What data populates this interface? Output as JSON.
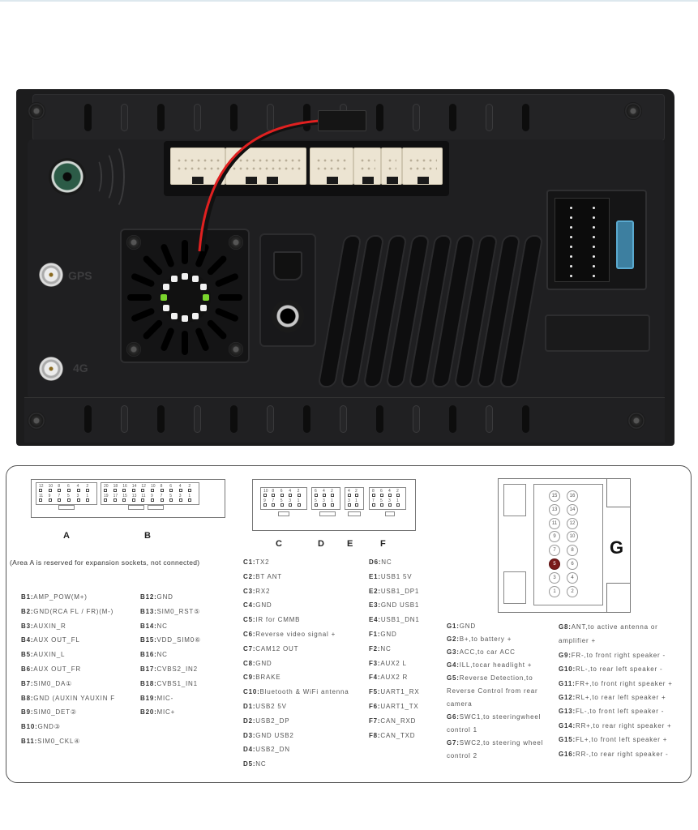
{
  "device_photo": {
    "description": "Rear panel of car head unit",
    "antenna_labels": {
      "gps": "GPS",
      "lte": "4G"
    },
    "colors": {
      "body": "#1c1c1d",
      "connector": "#ece4d2",
      "fan_led_green": "#7ad52d",
      "fuse": "#3d7fa0",
      "mic": "#2c5b47",
      "wire_red": "#e02020"
    }
  },
  "diagram": {
    "connectors": {
      "A": {
        "label": "A",
        "top_pins": [
          "12",
          "10",
          "8",
          "6",
          "4",
          "2"
        ],
        "bottom_pins": [
          "11",
          "9",
          "7",
          "5",
          "3",
          "1"
        ]
      },
      "B": {
        "label": "B",
        "top_pins": [
          "20",
          "18",
          "16",
          "14",
          "12",
          "10",
          "8",
          "6",
          "4",
          "2"
        ],
        "bottom_pins": [
          "19",
          "17",
          "15",
          "13",
          "11",
          "9",
          "7",
          "5",
          "3",
          "1"
        ]
      },
      "C": {
        "label": "C",
        "top_pins": [
          "10",
          "8",
          "6",
          "4",
          "2"
        ],
        "bottom_pins": [
          "9",
          "7",
          "5",
          "3",
          "1"
        ]
      },
      "D": {
        "label": "D",
        "top_pins": [
          "6",
          "4",
          "2"
        ],
        "bottom_pins": [
          "5",
          "3",
          "1"
        ]
      },
      "E": {
        "label": "E",
        "top_pins": [
          "4",
          "2"
        ],
        "bottom_pins": [
          "3",
          "1"
        ]
      },
      "F": {
        "label": "F",
        "top_pins": [
          "8",
          "6",
          "4",
          "2"
        ],
        "bottom_pins": [
          "7",
          "5",
          "3",
          "1"
        ]
      },
      "G": {
        "label": "G",
        "pins": [
          "15",
          "16",
          "13",
          "14",
          "11",
          "12",
          "9",
          "10",
          "7",
          "8",
          "5",
          "6",
          "3",
          "4",
          "1",
          "2"
        ],
        "highlighted_pin": "5",
        "highlight_color": "#7a1b1b"
      }
    },
    "note": "(Area A is reserved for expansion sockets, not connected)",
    "b_col1": [
      {
        "id": "B1",
        "text": "AMP_POW(M+)"
      },
      {
        "id": "B2",
        "text": "GND(RCA FL / FR)(M-)"
      },
      {
        "id": "B3",
        "text": "AUXIN_R"
      },
      {
        "id": "B4",
        "text": "AUX OUT_FL"
      },
      {
        "id": "B5",
        "text": "AUXIN_L"
      },
      {
        "id": "B6",
        "text": "AUX OUT_FR"
      },
      {
        "id": "B7",
        "text": "SIM0_DA①"
      },
      {
        "id": "B8",
        "text": "GND (AUXIN YAUXIN F"
      },
      {
        "id": "B9",
        "text": "SIM0_DET②"
      },
      {
        "id": "B10",
        "text": "GND③"
      },
      {
        "id": "B11",
        "text": "SIM0_CKL④"
      }
    ],
    "b_col2": [
      {
        "id": "B12",
        "text": "GND"
      },
      {
        "id": "B13",
        "text": "SIM0_RST⑤"
      },
      {
        "id": "B14",
        "text": "NC"
      },
      {
        "id": "B15",
        "text": "VDD_SIM0⑥"
      },
      {
        "id": "B16",
        "text": "NC"
      },
      {
        "id": "B17",
        "text": "CVBS2_IN2"
      },
      {
        "id": "B18",
        "text": "CVBS1_IN1"
      },
      {
        "id": "B19",
        "text": "MIC-"
      },
      {
        "id": "B20",
        "text": "MIC+"
      }
    ],
    "cd_col": [
      {
        "id": "C1",
        "text": "TX2"
      },
      {
        "id": "C2",
        "text": "BT ANT"
      },
      {
        "id": "C3",
        "text": "RX2"
      },
      {
        "id": "C4",
        "text": "GND"
      },
      {
        "id": "C5",
        "text": "IR for CMMB"
      },
      {
        "id": "C6",
        "text": "Reverse video signal +"
      },
      {
        "id": "C7",
        "text": "CAM12 OUT"
      },
      {
        "id": "C8",
        "text": "GND"
      },
      {
        "id": "C9",
        "text": "BRAKE"
      },
      {
        "id": "C10",
        "text": "Bluetooth & WiFi antenna"
      },
      {
        "id": "D1",
        "text": "USB2 5V"
      },
      {
        "id": "D2",
        "text": "USB2_DP"
      },
      {
        "id": "D3",
        "text": "GND USB2"
      },
      {
        "id": "D4",
        "text": "USB2_DN"
      },
      {
        "id": "D5",
        "text": "NC"
      }
    ],
    "def_col": [
      {
        "id": "D6",
        "text": "NC"
      },
      {
        "id": "E1",
        "text": "USB1 5V"
      },
      {
        "id": "E2",
        "text": "USB1_DP1"
      },
      {
        "id": "E3",
        "text": "GND USB1"
      },
      {
        "id": "E4",
        "text": "USB1_DN1"
      },
      {
        "id": "F1",
        "text": "GND"
      },
      {
        "id": "F2",
        "text": "NC"
      },
      {
        "id": "F3",
        "text": "AUX2 L"
      },
      {
        "id": "F4",
        "text": "AUX2 R"
      },
      {
        "id": "F5",
        "text": "UART1_RX"
      },
      {
        "id": "F6",
        "text": "UART1_TX"
      },
      {
        "id": "F7",
        "text": "CAN_RXD"
      },
      {
        "id": "F8",
        "text": "CAN_TXD"
      }
    ],
    "g_col1_lines": [
      {
        "id": "G1",
        "text": "GND"
      },
      {
        "id": "G2",
        "text": "B+,to battery +"
      },
      {
        "id": "G3",
        "text": "ACC,to car ACC"
      },
      {
        "id": "G4",
        "text": "ILL,tocar headlight +"
      },
      {
        "id": "G5",
        "text": "Reverse Detection,to"
      },
      {
        "id": "",
        "text": "Reverse Control from rear"
      },
      {
        "id": "",
        "text": "camera"
      },
      {
        "id": "G6",
        "text": "SWC1,to steeringwheel"
      },
      {
        "id": "",
        "text": "control 1"
      },
      {
        "id": "G7",
        "text": "SWC2,to steering wheel"
      },
      {
        "id": "",
        "text": "control 2"
      }
    ],
    "g_col2_lines": [
      {
        "id": "G8",
        "text": "ANT,to active antenna or"
      },
      {
        "id": "",
        "text": "amplifier +"
      },
      {
        "id": "G9",
        "text": "FR-,to front right speaker -"
      },
      {
        "id": "G10",
        "text": "RL-,to rear left speaker -"
      },
      {
        "id": "G11",
        "text": "FR+,to front right speaker +"
      },
      {
        "id": "G12",
        "text": "RL+,to rear left speaker +"
      },
      {
        "id": "G13",
        "text": "FL-,to front left speaker -"
      },
      {
        "id": "G14",
        "text": "RR+,to rear right speaker +"
      },
      {
        "id": "G15",
        "text": "FL+,to front left speaker +"
      },
      {
        "id": "G16",
        "text": "RR-,to rear right speaker -"
      }
    ]
  }
}
